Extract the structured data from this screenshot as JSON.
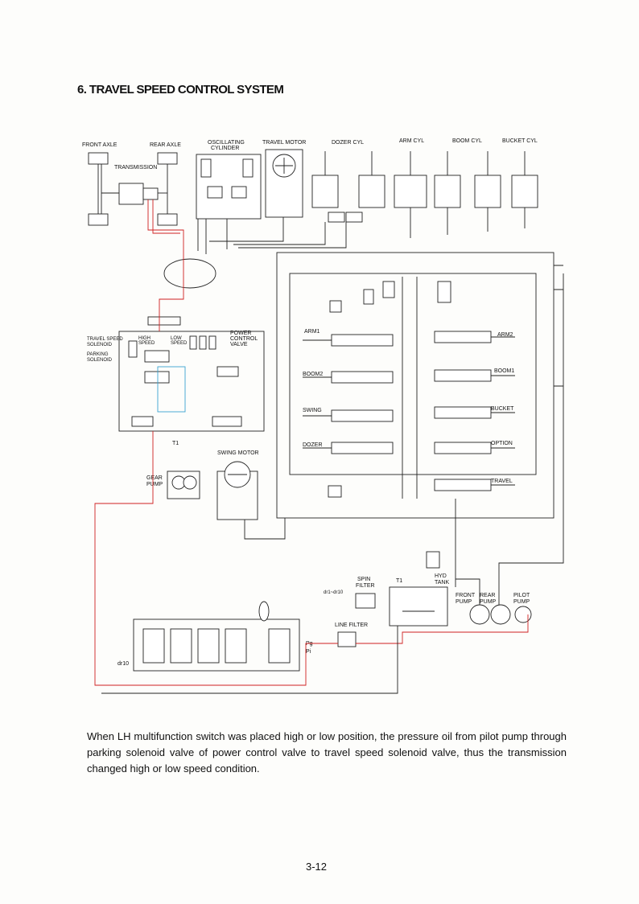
{
  "title": "6. TRAVEL SPEED CONTROL SYSTEM",
  "labels": {
    "front_axle": "FRONT AXLE",
    "rear_axle": "REAR AXLE",
    "transmission": "TRANSMISSION",
    "oscillating_cylinder_1": "OSCILLATING",
    "oscillating_cylinder_2": "CYLINDER",
    "travel_motor": "TRAVEL MOTOR",
    "dozer_cyl": "DOZER CYL",
    "arm_cyl": "ARM CYL",
    "boom_cyl": "BOOM CYL",
    "bucket_cyl": "BUCKET CYL",
    "travel_speed_solenoid_1": "TRAVEL SPEED",
    "travel_speed_solenoid_2": "SOLENOID",
    "high_speed_1": "HIGH",
    "high_speed_2": "SPEED",
    "low_speed_1": "LOW",
    "low_speed_2": "SPEED",
    "parking_solenoid_1": "PARKING",
    "parking_solenoid_2": "SOLENOID",
    "power_control_valve_1": "POWER",
    "power_control_valve_2": "CONTROL",
    "power_control_valve_3": "VALVE",
    "t1_left": "T1",
    "gear_pump_1": "GEAR",
    "gear_pump_2": "PUMP",
    "swing_motor": "SWING MOTOR",
    "arm1": "ARM1",
    "boom2": "BOOM2",
    "swing": "SWING",
    "dozer": "DOZER",
    "arm2": "ARM2",
    "boom1": "BOOM1",
    "bucket": "BUCKET",
    "option": "OPTION",
    "travel": "TRAVEL",
    "spin_filter_1": "SPIN",
    "spin_filter_2": "FILTER",
    "t1_right": "T1",
    "hyd_tank_1": "HYD",
    "hyd_tank_2": "TANK",
    "dr1_dr10": "dr1~dr10",
    "front_pump_1": "FRONT",
    "front_pump_2": "PUMP",
    "rear_pump_1": "REAR",
    "rear_pump_2": "PUMP",
    "pilot_pump_1": "PILOT",
    "pilot_pump_2": "PUMP",
    "line_filter": "LINE FILTER",
    "pg": "Pg",
    "pi": "Pi",
    "dr10": "dr10"
  },
  "caption": "When LH multifunction switch was placed high or low position, the pressure oil from pilot pump through parking solenoid valve of power control valve to travel speed solenoid valve, thus the transmission changed high or low speed condition.",
  "page_number": "3-12",
  "colors": {
    "pilot_line": "#d02020",
    "drain_line": "#3aa3d0",
    "line": "#222222"
  }
}
